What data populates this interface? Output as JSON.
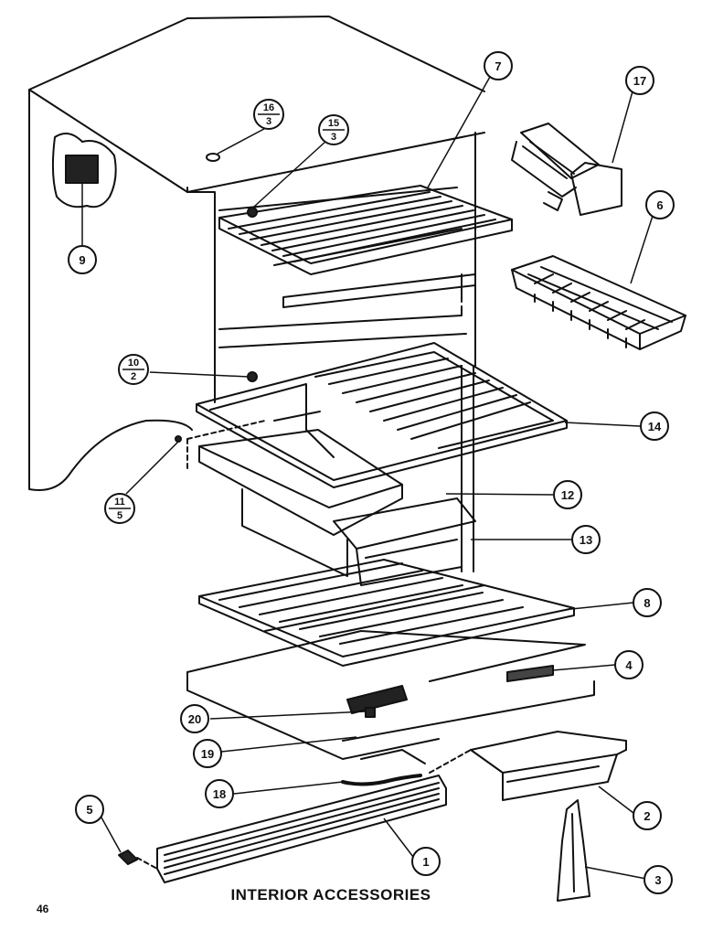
{
  "diagram": {
    "caption": "INTERIOR ACCESSORIES",
    "page_number": "46",
    "callouts": [
      {
        "id": "7",
        "label": "7"
      },
      {
        "id": "17",
        "label": "17"
      },
      {
        "id": "6",
        "label": "6"
      },
      {
        "id": "9",
        "label": "9"
      },
      {
        "id": "14",
        "label": "14"
      },
      {
        "id": "12",
        "label": "12"
      },
      {
        "id": "13",
        "label": "13"
      },
      {
        "id": "8",
        "label": "8"
      },
      {
        "id": "4",
        "label": "4"
      },
      {
        "id": "20",
        "label": "20"
      },
      {
        "id": "19",
        "label": "19"
      },
      {
        "id": "18",
        "label": "18"
      },
      {
        "id": "2",
        "label": "2"
      },
      {
        "id": "5",
        "label": "5"
      },
      {
        "id": "1",
        "label": "1"
      },
      {
        "id": "3",
        "label": "3"
      }
    ],
    "fraction_callouts": [
      {
        "id": "16-3a",
        "top": "16",
        "bottom": "3"
      },
      {
        "id": "15-3",
        "top": "15",
        "bottom": "3"
      },
      {
        "id": "10-2",
        "top": "10",
        "bottom": "2"
      },
      {
        "id": "11-5",
        "top": "11",
        "bottom": "5"
      }
    ]
  }
}
